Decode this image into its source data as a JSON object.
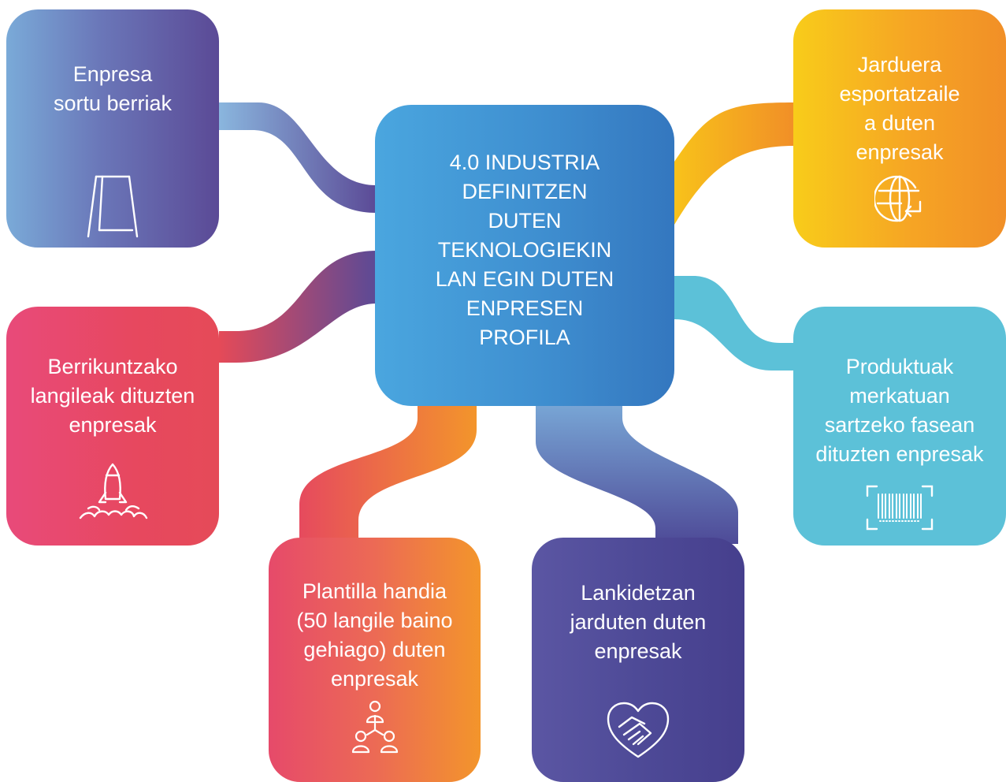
{
  "center": {
    "lines": [
      "4.0 INDUSTRIA",
      "DEFINITZEN",
      "DUTEN",
      "TEKNOLOGIEKIN",
      "LAN EGIN DUTEN",
      "ENPRESEN",
      "PROFILA"
    ]
  },
  "boxes": {
    "enpresa": {
      "lines": [
        "Enpresa",
        "sortu berriak"
      ],
      "icon": "easel-icon"
    },
    "jarduera": {
      "lines": [
        "Jarduera",
        "esportatzaile",
        "a duten",
        "enpresak"
      ],
      "icon": "globe-arrow-icon"
    },
    "berrikuntza": {
      "lines": [
        "Berrikuntzako",
        "langileak dituzten",
        "enpresak"
      ],
      "icon": "rocket-icon"
    },
    "produktuak": {
      "lines": [
        "Produktuak",
        "merkatuan",
        "sartzeko fasean",
        "dituzten enpresak"
      ],
      "icon": "barcode-icon"
    },
    "plantilla": {
      "lines": [
        "Plantilla handia",
        "(50 langile baino",
        "gehiago) duten",
        "enpresak"
      ],
      "icon": "team-hierarchy-icon"
    },
    "lankidetza": {
      "lines": [
        "Lankidetzan",
        "jarduten duten",
        "enpresak"
      ],
      "icon": "heart-handshake-icon"
    }
  },
  "colors": {
    "blue_light": "#7aaad8",
    "purple": "#5b4a96",
    "yellow": "#f8cc1a",
    "orange": "#f18f27",
    "pink": "#e84a7a",
    "red": "#e54a58",
    "cyan": "#5cc1d8",
    "indigo": "#463f8d",
    "center_blue": "#3f8fd0"
  }
}
